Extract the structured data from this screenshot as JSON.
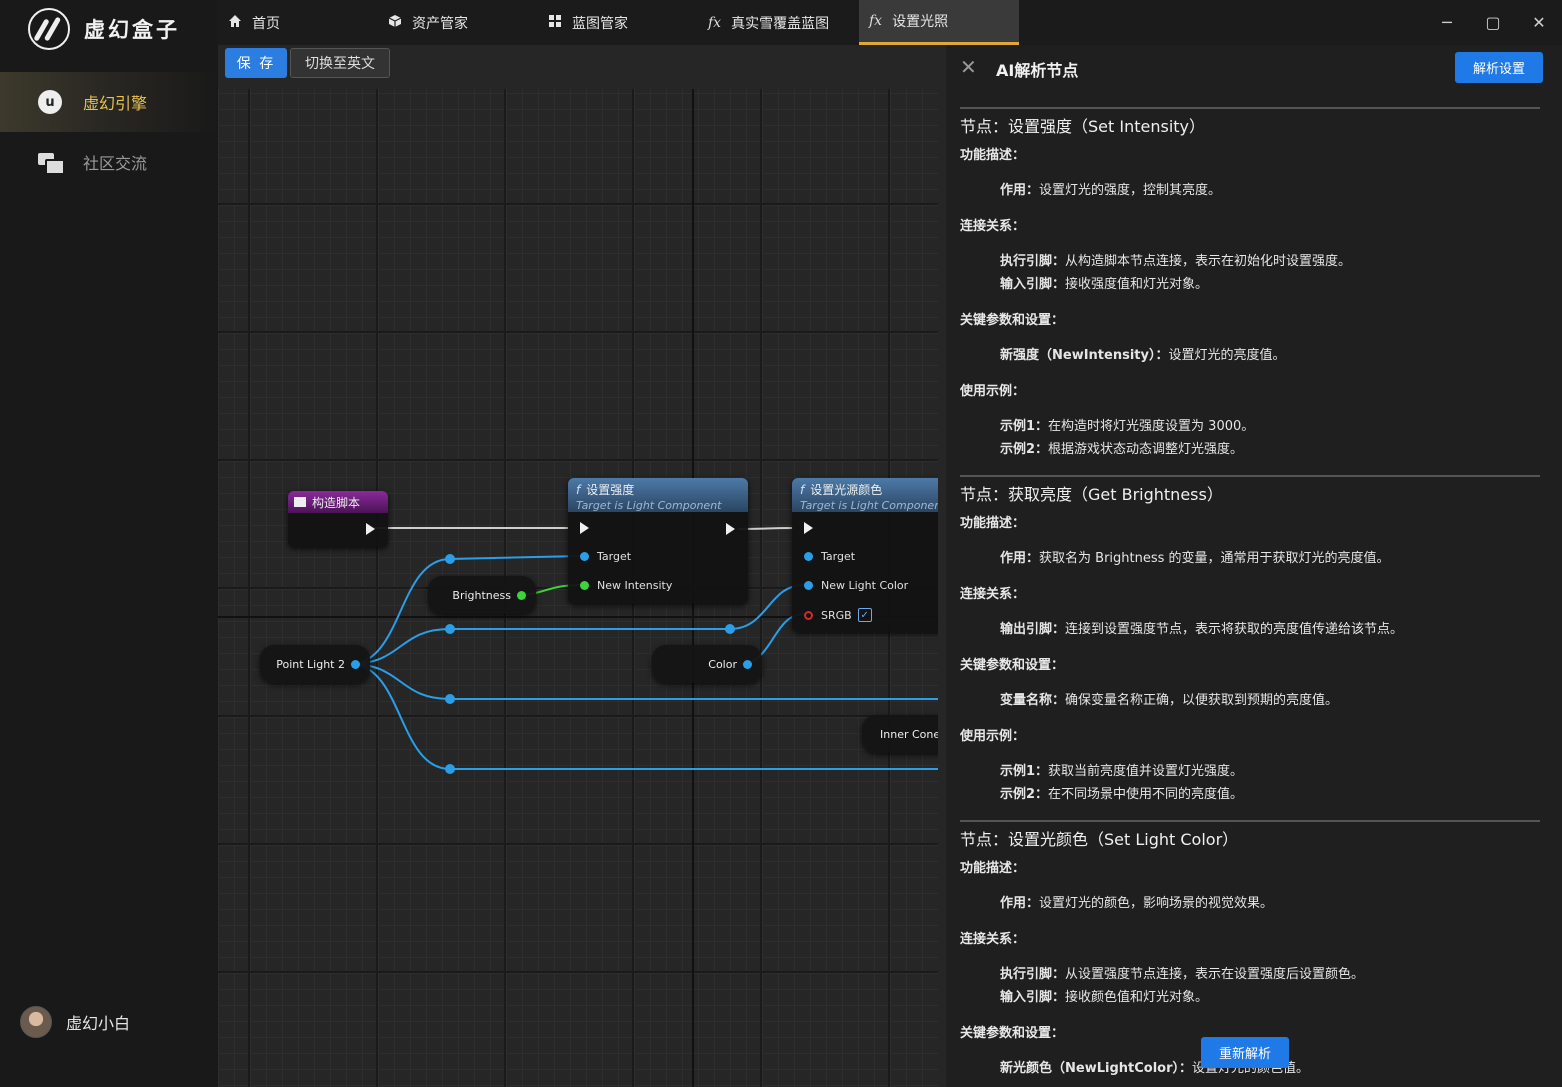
{
  "app": {
    "name": "虚幻盒子",
    "nav": [
      {
        "label": "虚幻引擎",
        "icon": "unreal-icon",
        "active": true
      },
      {
        "label": "社区交流",
        "icon": "chat-icon",
        "active": false
      }
    ],
    "user": {
      "name": "虚幻小白"
    }
  },
  "tabs": [
    {
      "label": "首页",
      "icon": "home-icon"
    },
    {
      "label": "资产管家",
      "icon": "box-icon"
    },
    {
      "label": "蓝图管家",
      "icon": "grid-icon"
    },
    {
      "label": "真实雪覆盖蓝图",
      "icon": "function-icon",
      "glyph": "fx"
    },
    {
      "label": "设置光照",
      "icon": "function-icon",
      "glyph": "fx",
      "active": true
    }
  ],
  "window": {
    "minimize": "─",
    "maximize": "▢",
    "close": "✕"
  },
  "toolbar": {
    "save": "保 存",
    "switch_lang": "切换至英文"
  },
  "graph": {
    "construction": {
      "title": "构造脚本"
    },
    "set_intensity": {
      "title": "设置强度",
      "subtitle": "Target is Light Component",
      "pins": [
        "Target",
        "New Intensity"
      ]
    },
    "set_color": {
      "title": "设置光源颜色",
      "subtitle": "Target is Light Component",
      "pins": [
        "Target",
        "New Light Color",
        "SRGB"
      ],
      "srgb_checked": true,
      "check_glyph": "✓"
    },
    "vars": {
      "brightness": "Brightness",
      "point_light": "Point Light 2",
      "color": "Color",
      "inner_cone": "Inner Cone"
    }
  },
  "panel": {
    "title": "AI解析节点",
    "settings_button": "解析设置",
    "reparse_button": "重新解析",
    "sections": [
      {
        "title": "节点：设置强度（Set Intensity）",
        "groups": [
          {
            "heading": "功能描述：",
            "items": [
              {
                "k": "作用：",
                "v": "设置灯光的强度，控制其亮度。"
              }
            ]
          },
          {
            "heading": "连接关系：",
            "items": [
              {
                "k": "执行引脚：",
                "v": "从构造脚本节点连接，表示在初始化时设置强度。"
              },
              {
                "k": "输入引脚：",
                "v": "接收强度值和灯光对象。"
              }
            ]
          },
          {
            "heading": "关键参数和设置：",
            "items": [
              {
                "k": "新强度（NewIntensity）：",
                "v": "设置灯光的亮度值。"
              }
            ]
          },
          {
            "heading": "使用示例：",
            "items": [
              {
                "k": "示例1：",
                "v": "在构造时将灯光强度设置为 3000。"
              },
              {
                "k": "示例2：",
                "v": "根据游戏状态动态调整灯光强度。"
              }
            ]
          }
        ]
      },
      {
        "title": "节点：获取亮度（Get Brightness）",
        "groups": [
          {
            "heading": "功能描述：",
            "items": [
              {
                "k": "作用：",
                "v": "获取名为 Brightness 的变量，通常用于获取灯光的亮度值。"
              }
            ]
          },
          {
            "heading": "连接关系：",
            "items": [
              {
                "k": "输出引脚：",
                "v": "连接到设置强度节点，表示将获取的亮度值传递给该节点。"
              }
            ]
          },
          {
            "heading": "关键参数和设置：",
            "items": [
              {
                "k": "变量名称：",
                "v": "确保变量名称正确，以便获取到预期的亮度值。"
              }
            ]
          },
          {
            "heading": "使用示例：",
            "items": [
              {
                "k": "示例1：",
                "v": "获取当前亮度值并设置灯光强度。"
              },
              {
                "k": "示例2：",
                "v": "在不同场景中使用不同的亮度值。"
              }
            ]
          }
        ]
      },
      {
        "title": "节点：设置光颜色（Set Light Color）",
        "groups": [
          {
            "heading": "功能描述：",
            "items": [
              {
                "k": "作用：",
                "v": "设置灯光的颜色，影响场景的视觉效果。"
              }
            ]
          },
          {
            "heading": "连接关系：",
            "items": [
              {
                "k": "执行引脚：",
                "v": "从设置强度节点连接，表示在设置强度后设置颜色。"
              },
              {
                "k": "输入引脚：",
                "v": "接收颜色值和灯光对象。"
              }
            ]
          },
          {
            "heading": "关键参数和设置：",
            "items": [
              {
                "k": "新光颜色（NewLightColor）：",
                "v": "设置灯光的颜色值。"
              }
            ]
          }
        ]
      }
    ]
  },
  "colors": {
    "accent": "#e0a838",
    "primary_button": "#1f7ae8",
    "wire_data": "#2a9ee8",
    "wire_float": "#3cd43c"
  }
}
